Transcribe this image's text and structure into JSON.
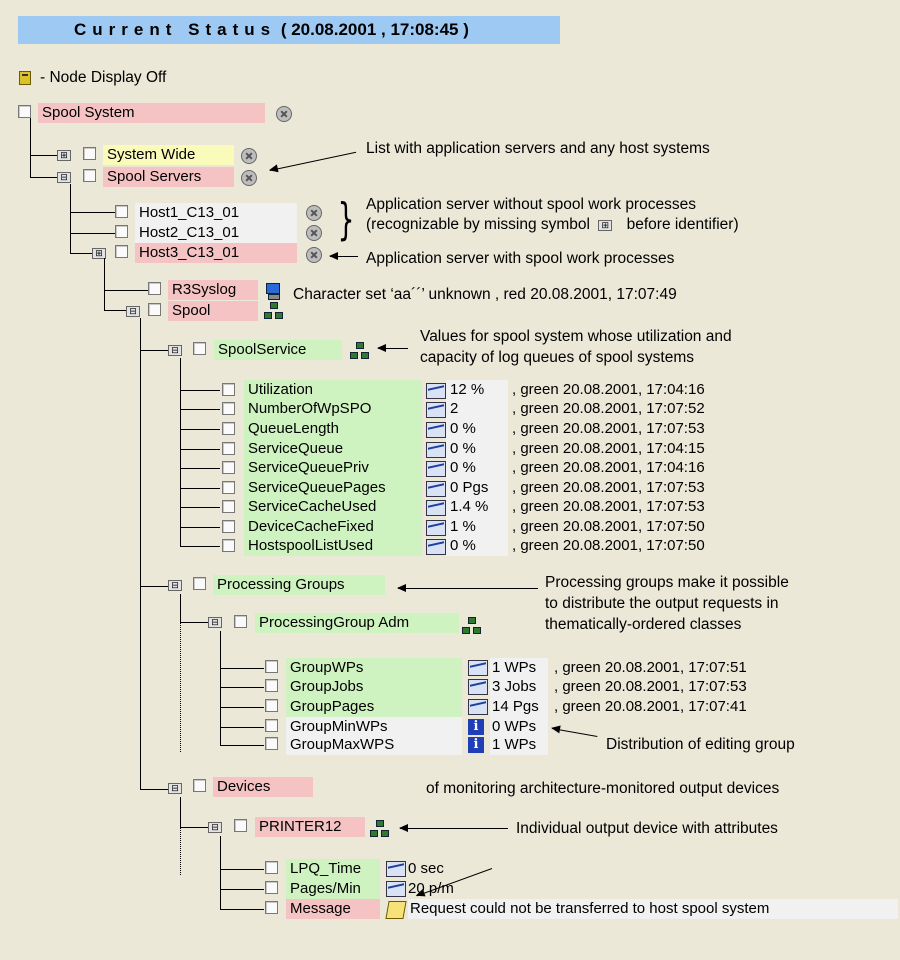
{
  "header": {
    "title_part1": "Current Status",
    "title_part2": "( 20.08.2001 , 17:08:45 )"
  },
  "legend": {
    "node_off": "- Node Display Off"
  },
  "tree": {
    "spool_system": "Spool System",
    "system_wide": "System Wide",
    "spool_servers": "Spool Servers",
    "host1": "Host1_C13_01",
    "host2": "Host2_C13_01",
    "host3": "Host3_C13_01",
    "r3syslog": "R3Syslog",
    "r3syslog_status": "Character set ‘aa´´’ unknown , red 20.08.2001, 17:07:49",
    "spool": "Spool",
    "spool_service": "SpoolService",
    "service_metrics": [
      {
        "name": "Utilization",
        "value": "12 %",
        "status": ", green 20.08.2001, 17:04:16"
      },
      {
        "name": "NumberOfWpSPO",
        "value": "2",
        "status": ", green 20.08.2001, 17:07:52"
      },
      {
        "name": "QueueLength",
        "value": "0 %",
        "status": ", green 20.08.2001, 17:07:53"
      },
      {
        "name": "ServiceQueue",
        "value": "0 %",
        "status": ", green 20.08.2001, 17:04:15"
      },
      {
        "name": "ServiceQueuePriv",
        "value": "0 %",
        "status": ", green 20.08.2001, 17:04:16"
      },
      {
        "name": "ServiceQueuePages",
        "value": "0 Pgs",
        "status": ", green 20.08.2001, 17:07:53"
      },
      {
        "name": "ServiceCacheUsed",
        "value": "1.4 %",
        "status": ", green 20.08.2001, 17:07:53"
      },
      {
        "name": "DeviceCacheFixed",
        "value": "1 %",
        "status": ", green 20.08.2001, 17:07:50"
      },
      {
        "name": "HostspoolListUsed",
        "value": "0 %",
        "status": ", green 20.08.2001, 17:07:50"
      }
    ],
    "processing_groups": "Processing Groups",
    "processing_group_adm": "ProcessingGroup Adm",
    "group_metrics": [
      {
        "name": "GroupWPs",
        "value": "1 WPs",
        "status": ", green 20.08.2001, 17:07:51"
      },
      {
        "name": "GroupJobs",
        "value": "3 Jobs",
        "status": ", green 20.08.2001, 17:07:53"
      },
      {
        "name": "GroupPages",
        "value": "14 Pgs",
        "status": ", green 20.08.2001, 17:07:41"
      },
      {
        "name": "GroupMinWPs",
        "value": "0 WPs",
        "status": ""
      },
      {
        "name": "GroupMaxWPS",
        "value": "1 WPs",
        "status": ""
      }
    ],
    "devices": "Devices",
    "printer12": "PRINTER12",
    "device_metrics": [
      {
        "name": "LPQ_Time",
        "value": "0 sec"
      },
      {
        "name": "Pages/Min",
        "value": "20 p/m"
      },
      {
        "name": "Message",
        "value": "Request could not be transferred to host spool system"
      }
    ]
  },
  "annotations": {
    "servers": "List with application servers and any host systems",
    "no_spool_1": "Application server without spool work processes",
    "no_spool_2a": "(recognizable by missing symbol",
    "no_spool_2b": "before identifier)",
    "with_spool": "Application server with spool work processes",
    "spool_service_1": "Values for spool system whose utilization and",
    "spool_service_2": "capacity of log queues of spool systems",
    "proc_groups_1": "Processing groups make it possible",
    "proc_groups_2": "to distribute the output requests in",
    "proc_groups_3": "thematically-ordered classes",
    "editing_group": "Distribution of editing group",
    "devices": "of monitoring architecture-monitored output devices",
    "printer": "Individual output device with attributes"
  },
  "colors": {
    "title_bg": "#9ec9f3",
    "red_node": "#f5c3c3",
    "green_node": "#cff3c0",
    "yellow_node": "#fafabb",
    "background": "#ebe8d8"
  },
  "icons": {
    "status_off": "gray-x-circle-icon",
    "performance": "chart-icon",
    "info": "info-icon",
    "subtree": "network-icon",
    "syslog": "monitor-icon",
    "message": "pencil-note-icon"
  }
}
